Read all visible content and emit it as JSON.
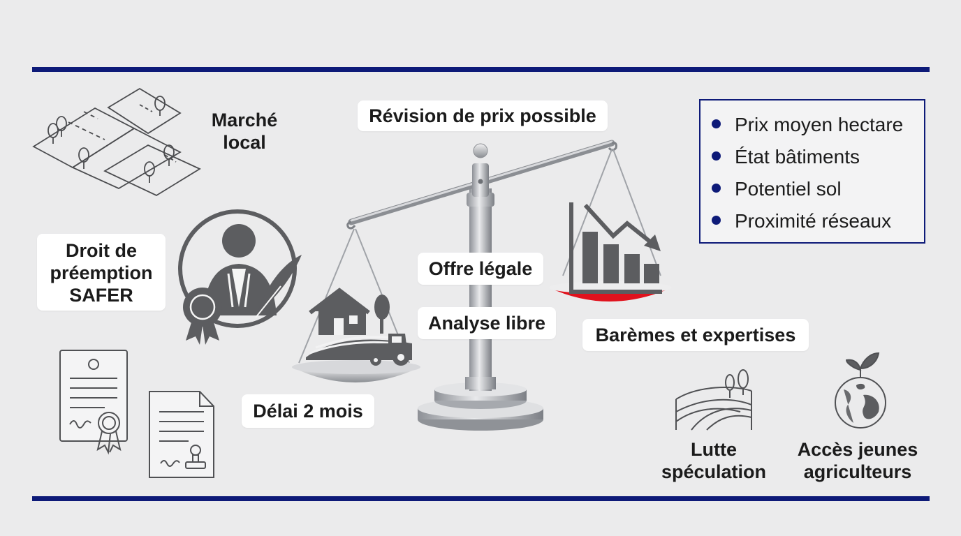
{
  "colors": {
    "accent": "#0d1a78",
    "icon_gray": "#5c5d60",
    "alert_red": "#e0121d",
    "background": "#ebebec"
  },
  "labels": {
    "revision": "Révision de prix possible",
    "marche_line1": "Marché",
    "marche_line2": "local",
    "droit_line1": "Droit de",
    "droit_line2": "préemption",
    "droit_line3": "SAFER",
    "offre": "Offre légale",
    "analyse": "Analyse libre",
    "baremes": "Barèmes et expertises",
    "delai": "Délai 2 mois",
    "lutte_line1": "Lutte",
    "lutte_line2": "spéculation",
    "acces_line1": "Accès jeunes",
    "acces_line2": "agriculteurs"
  },
  "criteria": [
    "Prix moyen hectare",
    "État bâtiments",
    "Potentiel sol",
    "Proximité réseaux"
  ],
  "icons": [
    "land-parcels-icon",
    "notary-seal-quill-icon",
    "certificate-document-icon",
    "signed-contract-stamp-icon",
    "balance-scale-icon",
    "farm-house-tractor-icon",
    "declining-bar-chart-icon",
    "fields-trees-icon",
    "globe-sprout-icon"
  ]
}
